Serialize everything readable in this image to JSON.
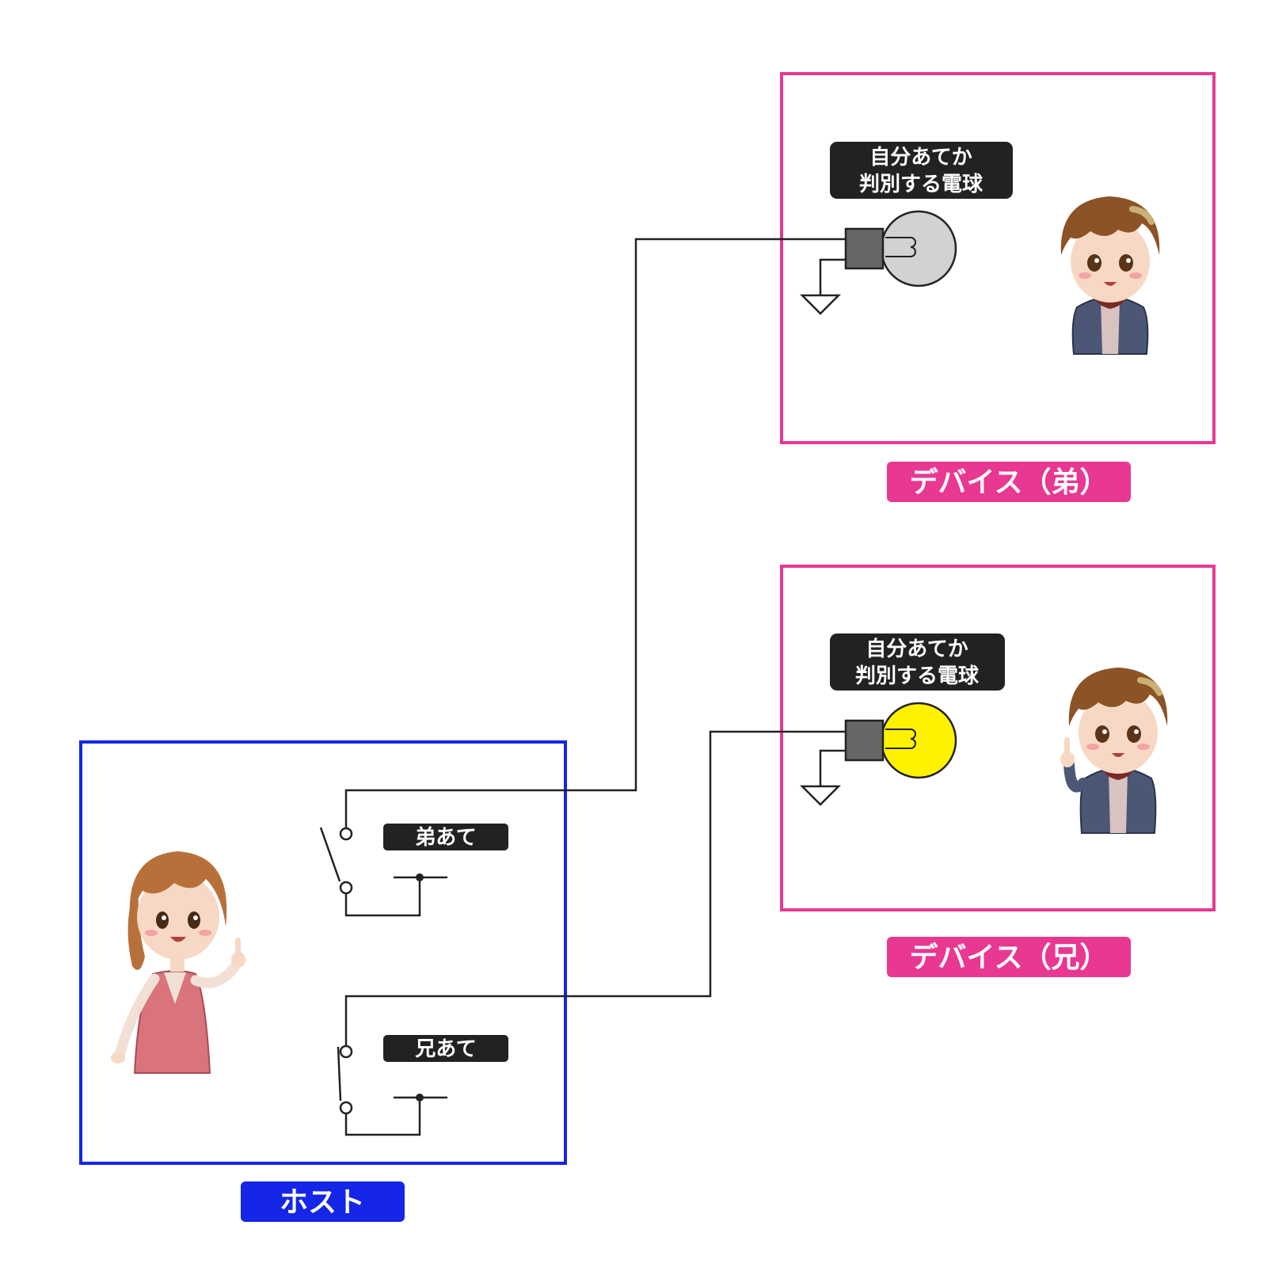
{
  "colors": {
    "host": "#1526e6",
    "device": "#e83892",
    "label_dark": "#222222",
    "wire": "#222222",
    "bulb_off": "#d2d2d2",
    "bulb_on": "#fff200",
    "socket": "#666666"
  },
  "host": {
    "title": "ホスト",
    "switch_younger_label": "弟あて",
    "switch_older_label": "兄あて"
  },
  "device_younger": {
    "title": "デバイス（弟）",
    "bulb_label_line1": "自分あてか",
    "bulb_label_line2": "判別する電球",
    "bulb_state": "off"
  },
  "device_older": {
    "title": "デバイス（兄）",
    "bulb_label_line1": "自分あてか",
    "bulb_label_line2": "判別する電球",
    "bulb_state": "on"
  },
  "icons": {
    "host_person": "girl-pointing-icon",
    "younger_person": "boy-icon",
    "older_person": "boy-pointing-icon"
  }
}
